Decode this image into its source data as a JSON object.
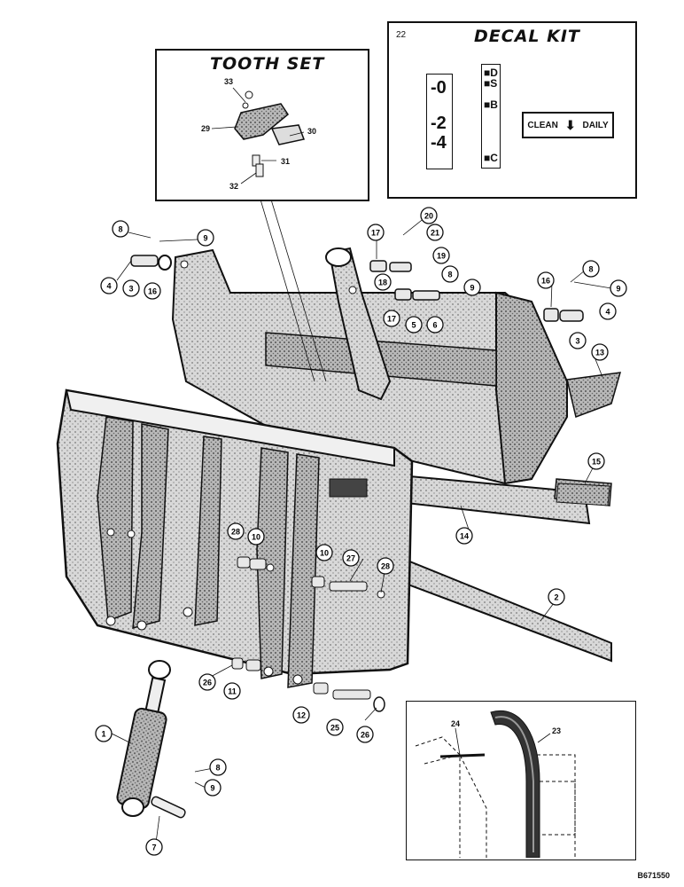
{
  "tooth_set": {
    "title": "TOOTH SET"
  },
  "decal_kit": {
    "ref": "22",
    "title": "DECAL KIT",
    "gauge_left": [
      "-0",
      "-2",
      "-4"
    ],
    "gauge_right": [
      "D",
      "S",
      "B",
      "C"
    ],
    "clean_label": "CLEAN",
    "daily_label": "DAILY"
  },
  "drawing_number": "B671550",
  "callouts": [
    {
      "id": "c33",
      "text": "33"
    },
    {
      "id": "c29",
      "text": "29"
    },
    {
      "id": "c30",
      "text": "30"
    },
    {
      "id": "c31",
      "text": "31"
    },
    {
      "id": "c32",
      "text": "32"
    },
    {
      "id": "c8a",
      "text": "8"
    },
    {
      "id": "c9a",
      "text": "9"
    },
    {
      "id": "c4a",
      "text": "4"
    },
    {
      "id": "c3a",
      "text": "3"
    },
    {
      "id": "c16a",
      "text": "16"
    },
    {
      "id": "c20",
      "text": "20"
    },
    {
      "id": "c17a",
      "text": "17"
    },
    {
      "id": "c21",
      "text": "21"
    },
    {
      "id": "c19",
      "text": "19"
    },
    {
      "id": "c18",
      "text": "18"
    },
    {
      "id": "c8b",
      "text": "8"
    },
    {
      "id": "c9b",
      "text": "9"
    },
    {
      "id": "c17b",
      "text": "17"
    },
    {
      "id": "c5",
      "text": "5"
    },
    {
      "id": "c6",
      "text": "6"
    },
    {
      "id": "c8c",
      "text": "8"
    },
    {
      "id": "c9c",
      "text": "9"
    },
    {
      "id": "c16b",
      "text": "16"
    },
    {
      "id": "c4b",
      "text": "4"
    },
    {
      "id": "c3b",
      "text": "3"
    },
    {
      "id": "c13",
      "text": "13"
    },
    {
      "id": "c15",
      "text": "15"
    },
    {
      "id": "c14",
      "text": "14"
    },
    {
      "id": "c28a",
      "text": "28"
    },
    {
      "id": "c10a",
      "text": "10"
    },
    {
      "id": "c10b",
      "text": "10"
    },
    {
      "id": "c27",
      "text": "27"
    },
    {
      "id": "c28b",
      "text": "28"
    },
    {
      "id": "c2",
      "text": "2"
    },
    {
      "id": "c26a",
      "text": "26"
    },
    {
      "id": "c11",
      "text": "11"
    },
    {
      "id": "c12",
      "text": "12"
    },
    {
      "id": "c25",
      "text": "25"
    },
    {
      "id": "c26b",
      "text": "26"
    },
    {
      "id": "c1",
      "text": "1"
    },
    {
      "id": "c8d",
      "text": "8"
    },
    {
      "id": "c9d",
      "text": "9"
    },
    {
      "id": "c7",
      "text": "7"
    },
    {
      "id": "c24",
      "text": "24"
    },
    {
      "id": "c23",
      "text": "23"
    }
  ]
}
